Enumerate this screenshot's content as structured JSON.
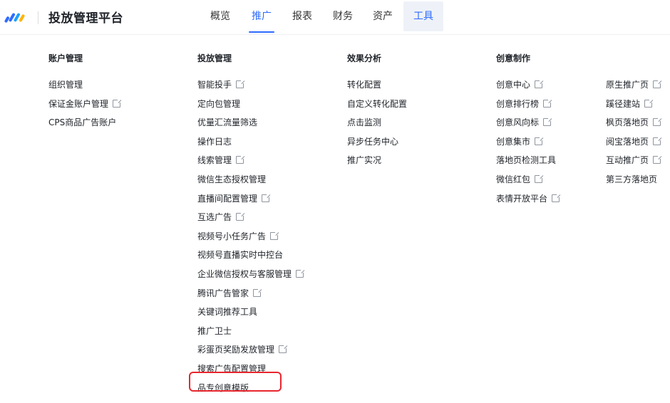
{
  "header": {
    "title": "投放管理平台",
    "nav": [
      "概览",
      "推广",
      "报表",
      "财务",
      "资产",
      "工具"
    ],
    "active_tab": "推广",
    "highlighted_tab": "工具"
  },
  "menu": {
    "account": {
      "heading": "账户管理",
      "items": [
        {
          "label": "组织管理",
          "external": false
        },
        {
          "label": "保证金账户管理",
          "external": true
        },
        {
          "label": "CPS商品广告账户",
          "external": false
        }
      ]
    },
    "delivery": {
      "heading": "投放管理",
      "items": [
        {
          "label": "智能投手",
          "external": true
        },
        {
          "label": "定向包管理",
          "external": false
        },
        {
          "label": "优量汇流量筛选",
          "external": false
        },
        {
          "label": "操作日志",
          "external": false
        },
        {
          "label": "线索管理",
          "external": true
        },
        {
          "label": "微信生态授权管理",
          "external": false
        },
        {
          "label": "直播间配置管理",
          "external": true
        },
        {
          "label": "互选广告",
          "external": true
        },
        {
          "label": "视频号小任务广告",
          "external": true
        },
        {
          "label": "视频号直播实时中控台",
          "external": false
        },
        {
          "label": "企业微信授权与客服管理",
          "external": true
        },
        {
          "label": "腾讯广告管家",
          "external": true
        },
        {
          "label": "关键词推荐工具",
          "external": false
        },
        {
          "label": "推广卫士",
          "external": false
        },
        {
          "label": "彩蛋页奖励发放管理",
          "external": true
        },
        {
          "label": "搜索广告配置管理",
          "external": false
        },
        {
          "label": "品专创意模版",
          "external": false
        }
      ]
    },
    "analysis": {
      "heading": "效果分析",
      "items": [
        {
          "label": "转化配置",
          "external": false
        },
        {
          "label": "自定义转化配置",
          "external": false
        },
        {
          "label": "点击监测",
          "external": false
        },
        {
          "label": "异步任务中心",
          "external": false
        },
        {
          "label": "推广实况",
          "external": false
        }
      ]
    },
    "creative": {
      "heading": "创意制作",
      "items": [
        {
          "label": "创意中心",
          "external": true
        },
        {
          "label": "创意排行榜",
          "external": true
        },
        {
          "label": "创意风向标",
          "external": true
        },
        {
          "label": "创意集市",
          "external": true
        },
        {
          "label": "落地页检测工具",
          "external": false
        },
        {
          "label": "微信红包",
          "external": true
        },
        {
          "label": "表情开放平台",
          "external": true
        }
      ]
    },
    "landing": {
      "items": [
        {
          "label": "原生推广页",
          "external": true
        },
        {
          "label": "蹊径建站",
          "external": true
        },
        {
          "label": "枫页落地页",
          "external": true
        },
        {
          "label": "阅宝落地页",
          "external": true
        },
        {
          "label": "互动推广页",
          "external": true
        },
        {
          "label": "第三方落地页",
          "external": false
        }
      ]
    }
  },
  "colors": {
    "accent": "#2f6bff",
    "highlight_border": "#e8262e"
  }
}
